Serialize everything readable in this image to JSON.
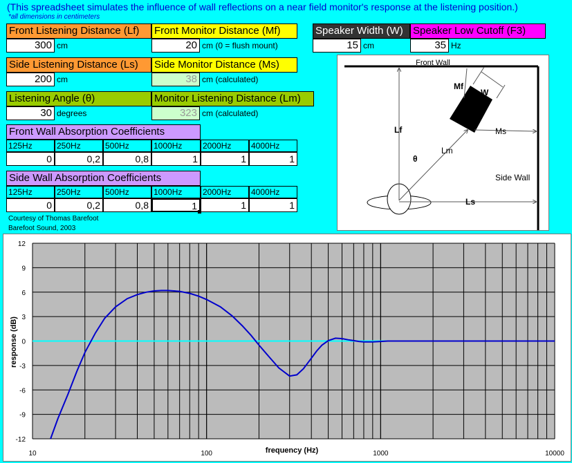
{
  "header": {
    "intro": "(This spreadsheet simulates the influence of wall reflections on a near field monitor's response at the listening position.)",
    "note": "*all dimensions in centimeters"
  },
  "fields": {
    "front_listening": {
      "label": "Front Listening Distance (Lf)",
      "value": "300",
      "unit": "cm"
    },
    "front_monitor": {
      "label": "Front Monitor Distance (Mf)",
      "value": "20",
      "unit": "cm  (0 = flush mount)"
    },
    "speaker_width": {
      "label": "Speaker Width (W)",
      "value": "15",
      "unit": "cm"
    },
    "speaker_cutoff": {
      "label": "Speaker Low Cutoff (F3)",
      "value": "35",
      "unit": "Hz"
    },
    "side_listening": {
      "label": "Side Listening Distance (Ls)",
      "value": "200",
      "unit": "cm"
    },
    "side_monitor": {
      "label": "Side Monitor Distance (Ms)",
      "value": "38",
      "unit": "cm  (calculated)"
    },
    "listening_angle": {
      "label": "Listening Angle (θ)",
      "value": "30",
      "unit": "degrees"
    },
    "monitor_listening": {
      "label": "Monitor Listening Distance (Lm)",
      "value": "323",
      "unit": "cm  (calculated)"
    }
  },
  "front_wall": {
    "title": "Front Wall Absorption Coefficients",
    "bands": [
      "125Hz",
      "250Hz",
      "500Hz",
      "1000Hz",
      "2000Hz",
      "4000Hz"
    ],
    "values": [
      "0",
      "0,2",
      "0,8",
      "1",
      "1",
      "1"
    ]
  },
  "side_wall": {
    "title": "Side Wall Absorption Coefficients",
    "bands": [
      "125Hz",
      "250Hz",
      "500Hz",
      "1000Hz",
      "2000Hz",
      "4000Hz"
    ],
    "values": [
      "0",
      "0,2",
      "0,8",
      "1",
      "1",
      "1"
    ]
  },
  "credits": {
    "line1": "Courtesy of Thomas Barefoot",
    "line2": "Barefoot Sound, 2003"
  },
  "diagram": {
    "front_wall": "Front Wall",
    "side_wall": "Side Wall",
    "mf": "Mf",
    "w": "W",
    "lf": "Lf",
    "ms": "Ms",
    "lm": "Lm",
    "theta": "θ",
    "ls": "Ls"
  },
  "colors": {
    "background": "#00FFFF",
    "curve": "#0000CC",
    "zero_line": "#00FFFF",
    "plot_area": "#BBBBBB"
  },
  "chart_data": {
    "type": "line",
    "title": "",
    "xlabel": "frequency (Hz)",
    "ylabel": "response (dB)",
    "xscale": "log",
    "xlim": [
      10,
      10000
    ],
    "ylim": [
      -12,
      12
    ],
    "yticks": [
      "12",
      "9",
      "6",
      "3",
      "0",
      "-3",
      "-6",
      "-9",
      "-12"
    ],
    "xticks": [
      "10",
      "100",
      "1000",
      "10000"
    ],
    "grid": true,
    "series": [
      {
        "x": [
          12.7,
          14,
          16,
          18,
          20,
          23,
          26,
          30,
          35,
          40,
          45,
          50,
          55,
          60,
          70,
          80,
          90,
          100,
          120,
          140,
          160,
          180,
          200,
          230,
          260,
          300,
          330,
          360,
          400,
          430,
          460,
          500,
          550,
          600,
          650,
          700,
          750,
          800,
          900,
          1000,
          1100,
          1300,
          1600,
          2000,
          3000,
          5000,
          10000
        ],
        "y": [
          -12,
          -9.5,
          -6.5,
          -3.7,
          -1.4,
          1,
          2.8,
          4.2,
          5.2,
          5.7,
          6.0,
          6.15,
          6.2,
          6.2,
          6.1,
          5.85,
          5.5,
          5.1,
          4.2,
          3.1,
          1.9,
          0.7,
          -0.5,
          -2.0,
          -3.3,
          -4.3,
          -4.15,
          -3.4,
          -2.1,
          -1.2,
          -0.5,
          0.05,
          0.35,
          0.3,
          0.15,
          0.05,
          -0.05,
          -0.1,
          -0.1,
          -0.05,
          0,
          0,
          0,
          0,
          0,
          0,
          0
        ]
      }
    ]
  }
}
